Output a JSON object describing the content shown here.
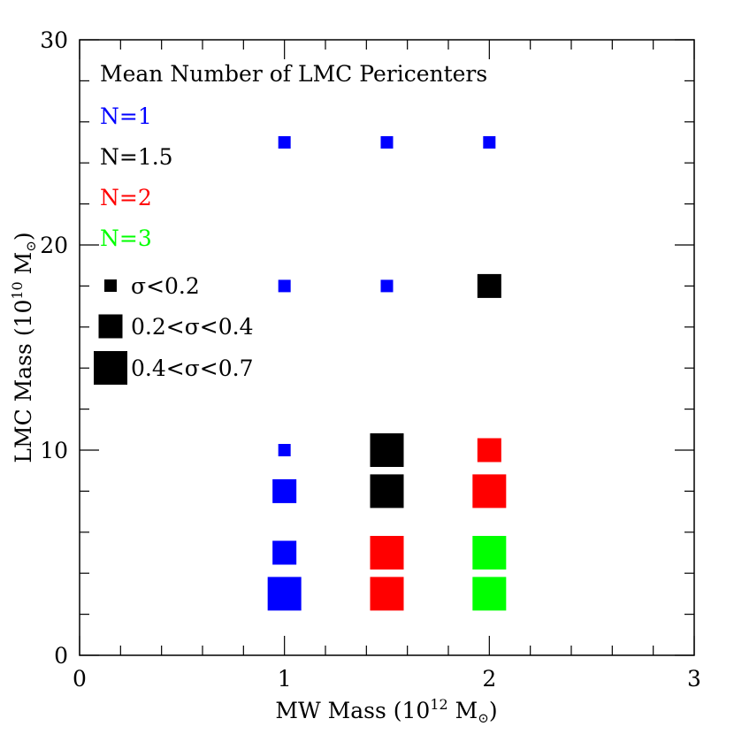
{
  "chart_data": {
    "type": "scatter",
    "title": "Mean Number of LMC Pericenters",
    "xlabel_main": "MW Mass (10",
    "xlabel_exp": "12",
    "xlabel_unit": " M",
    "ylabel_main": "LMC Mass (10",
    "ylabel_exp": "10",
    "ylabel_unit": " M",
    "sun_symbol": "⊙",
    "xlim": [
      0,
      3
    ],
    "ylim": [
      0,
      30
    ],
    "x_ticks": [
      0,
      1,
      2,
      3
    ],
    "y_ticks": [
      0,
      10,
      20,
      30
    ],
    "x_tick_labels": [
      "0",
      "1",
      "2",
      "3"
    ],
    "y_tick_labels": [
      "0",
      "10",
      "20",
      "30"
    ],
    "x_minor_step": 0.2,
    "y_minor_step": 2,
    "colors": {
      "N1": "#0000ff",
      "N15": "#000000",
      "N2": "#ff0000",
      "N3": "#00ff00"
    },
    "legend_n": [
      {
        "label": "N=1",
        "color": "#0000ff"
      },
      {
        "label": "N=1.5",
        "color": "#000000"
      },
      {
        "label": "N=2",
        "color": "#ff0000"
      },
      {
        "label": "N=3",
        "color": "#00ff00"
      }
    ],
    "legend_sigma": [
      {
        "label": "σ<0.2",
        "size": "small"
      },
      {
        "label": "0.2<σ<0.4",
        "size": "medium"
      },
      {
        "label": "0.4<σ<0.7",
        "size": "large"
      }
    ],
    "points": [
      {
        "x": 1.0,
        "y": 25,
        "n": 1,
        "size": "small"
      },
      {
        "x": 1.5,
        "y": 25,
        "n": 1,
        "size": "small"
      },
      {
        "x": 2.0,
        "y": 25,
        "n": 1,
        "size": "small"
      },
      {
        "x": 1.0,
        "y": 18,
        "n": 1,
        "size": "small"
      },
      {
        "x": 1.5,
        "y": 18,
        "n": 1,
        "size": "small"
      },
      {
        "x": 2.0,
        "y": 18,
        "n": 1.5,
        "size": "medium"
      },
      {
        "x": 1.0,
        "y": 10,
        "n": 1,
        "size": "small"
      },
      {
        "x": 1.5,
        "y": 10,
        "n": 1.5,
        "size": "large"
      },
      {
        "x": 2.0,
        "y": 10,
        "n": 2,
        "size": "medium"
      },
      {
        "x": 1.0,
        "y": 8,
        "n": 1,
        "size": "medium"
      },
      {
        "x": 1.5,
        "y": 8,
        "n": 1.5,
        "size": "large"
      },
      {
        "x": 2.0,
        "y": 8,
        "n": 2,
        "size": "large"
      },
      {
        "x": 1.0,
        "y": 5,
        "n": 1,
        "size": "medium"
      },
      {
        "x": 1.5,
        "y": 5,
        "n": 2,
        "size": "large"
      },
      {
        "x": 2.0,
        "y": 5,
        "n": 3,
        "size": "large"
      },
      {
        "x": 1.0,
        "y": 3,
        "n": 1,
        "size": "large"
      },
      {
        "x": 1.5,
        "y": 3,
        "n": 2,
        "size": "large"
      },
      {
        "x": 2.0,
        "y": 3,
        "n": 3,
        "size": "large"
      }
    ]
  }
}
